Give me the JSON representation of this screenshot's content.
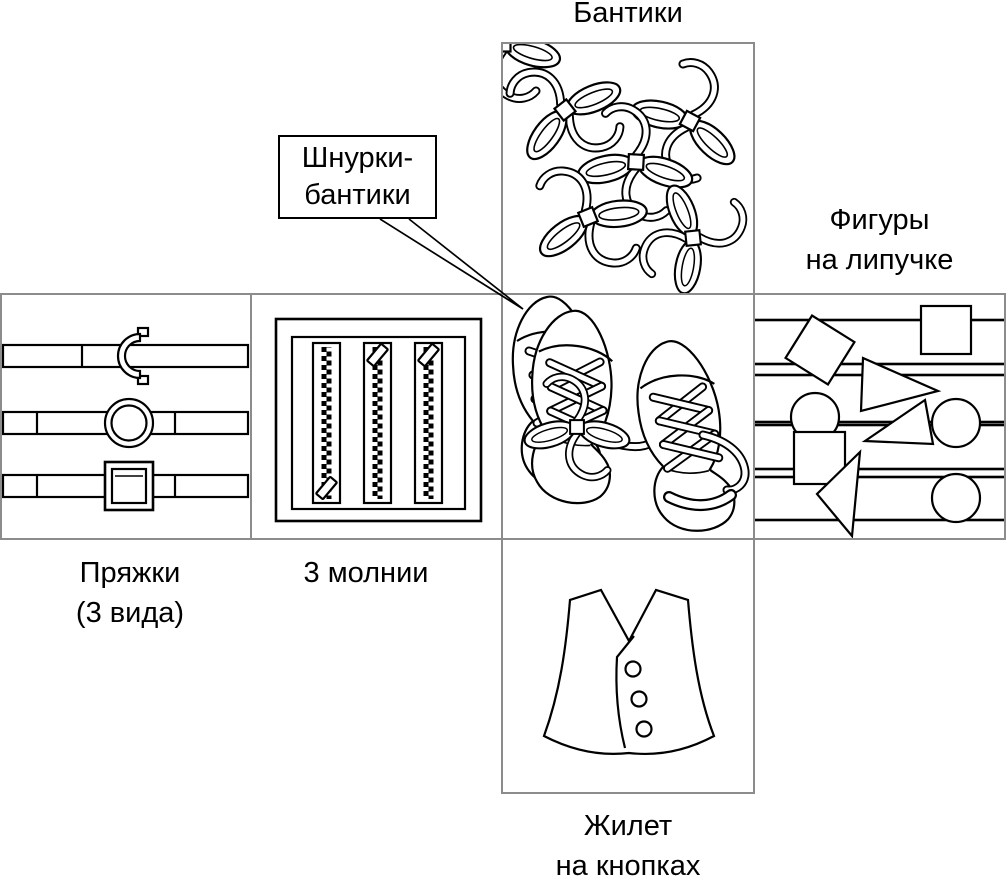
{
  "diagram": {
    "bows": {
      "title": "Бантики"
    },
    "callout": {
      "text": "Шнурки-\nбантики"
    },
    "buckles": {
      "label": "Пряжки\n(3 вида)"
    },
    "zippers": {
      "label": "3 молнии"
    },
    "velcro": {
      "label": "Фигуры\nна липучке"
    },
    "vest": {
      "label": "Жилет\nна кнопках"
    },
    "colors": {
      "panel_border": "#8c8c8c",
      "callout_border": "#000000",
      "line": "#000000",
      "background": "#ffffff"
    }
  }
}
